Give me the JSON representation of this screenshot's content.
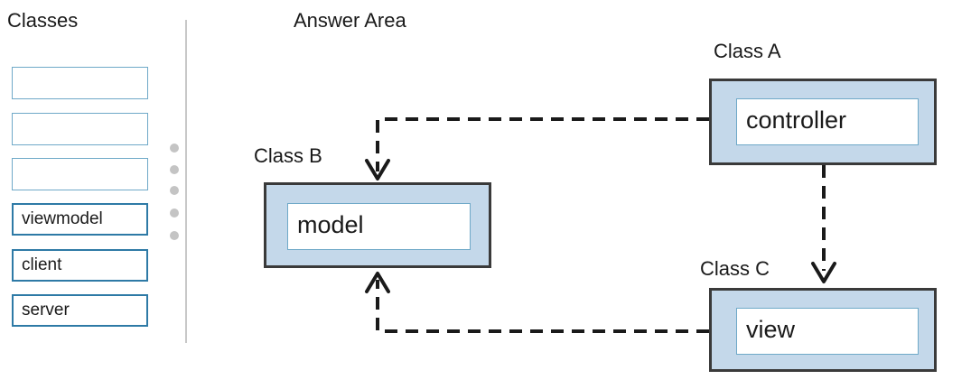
{
  "left_panel": {
    "heading": "Classes",
    "items": [
      "viewmodel",
      "client",
      "server"
    ]
  },
  "answer_area": {
    "heading": "Answer Area",
    "class_a": {
      "label": "Class A",
      "value": "controller"
    },
    "class_b": {
      "label": "Class B",
      "value": "model"
    },
    "class_c": {
      "label": "Class C",
      "value": "view"
    }
  }
}
